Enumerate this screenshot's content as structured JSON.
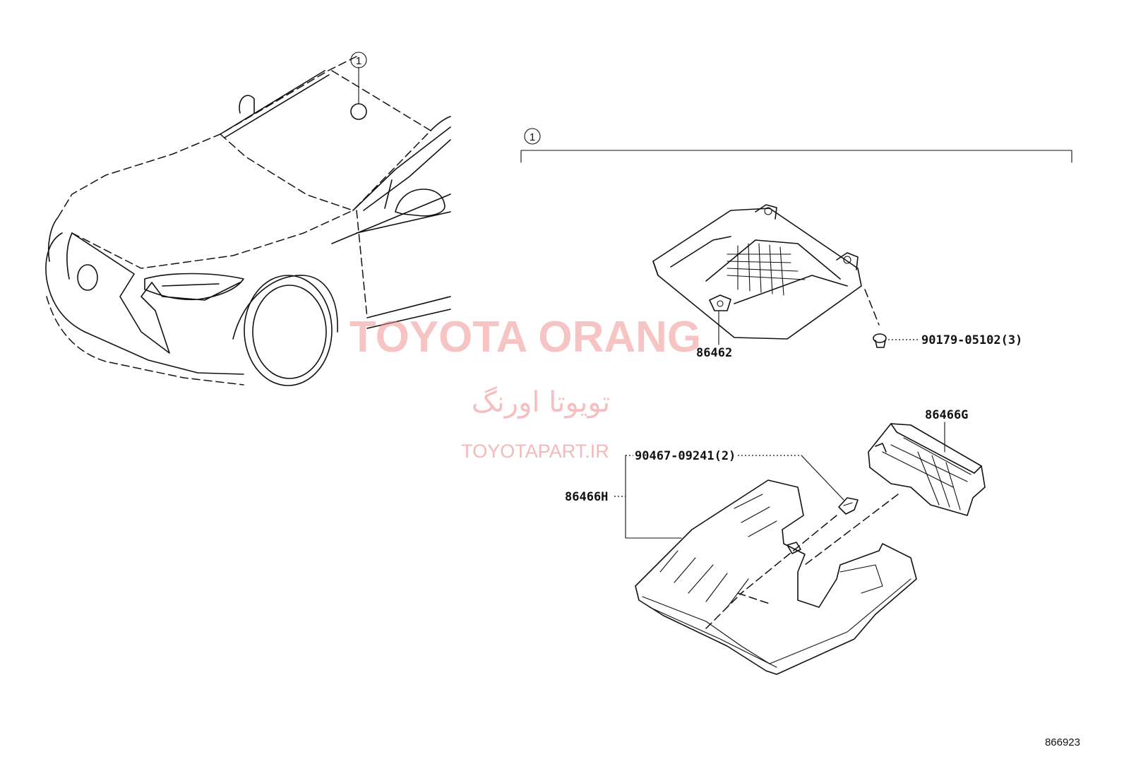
{
  "callouts": {
    "car_callout": "1",
    "group_callout": "1"
  },
  "parts": {
    "p86462": "86462",
    "p90179": "90179-05102(3)",
    "p86466G": "86466G",
    "p90467": "90467-09241(2)",
    "p86466H": "86466H"
  },
  "watermark": {
    "brand": "TOYOTA ORANG",
    "brand_fa": "تویوتا اورنگ",
    "url": "TOYOTAPART.IR"
  },
  "diagram_id": "866923",
  "colors": {
    "line": "#111111",
    "watermark": "#f08a8a",
    "background": "#ffffff"
  }
}
